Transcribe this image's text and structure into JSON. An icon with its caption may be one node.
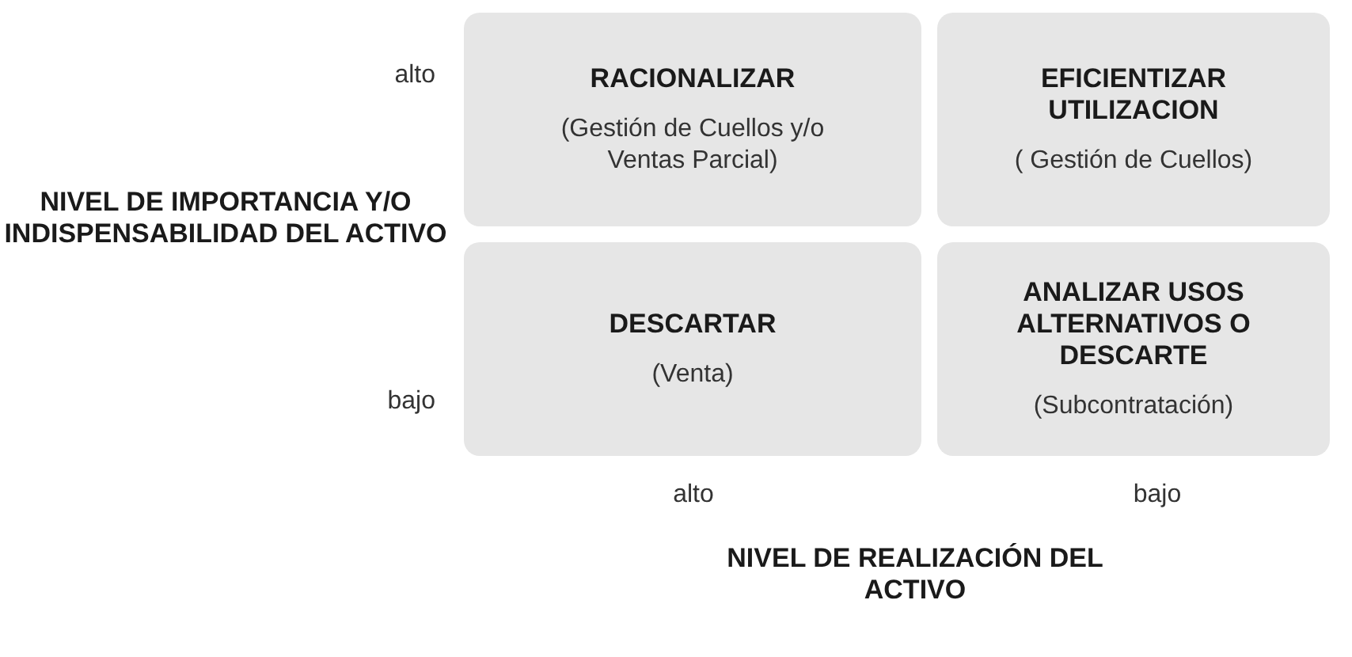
{
  "diagram": {
    "nodes": [
      {
        "text": [
          "RACIONALIZAR",
          "(Gestión de Cuellos y/o Ventas Parcial)"
        ]
      },
      {
        "text": [
          "EFICIENTIZAR UTILIZACION",
          "( Gestión de Cuellos)"
        ]
      },
      {
        "text": [
          "DESCARTAR",
          "(Venta)"
        ]
      },
      {
        "text": [
          "ANALIZAR USOS ALTERNATIVOS O DESCARTE",
          "(Subcontratación)"
        ]
      }
    ],
    "labels": [
      "alto",
      "NIVEL DE IMPORTANCIA Y/O INDISPENSABILIDAD DEL ACTIVO",
      "bajo",
      "alto",
      "bajo",
      "NIVEL DE REALIZACIÓN DEL ACTIVO"
    ]
  }
}
